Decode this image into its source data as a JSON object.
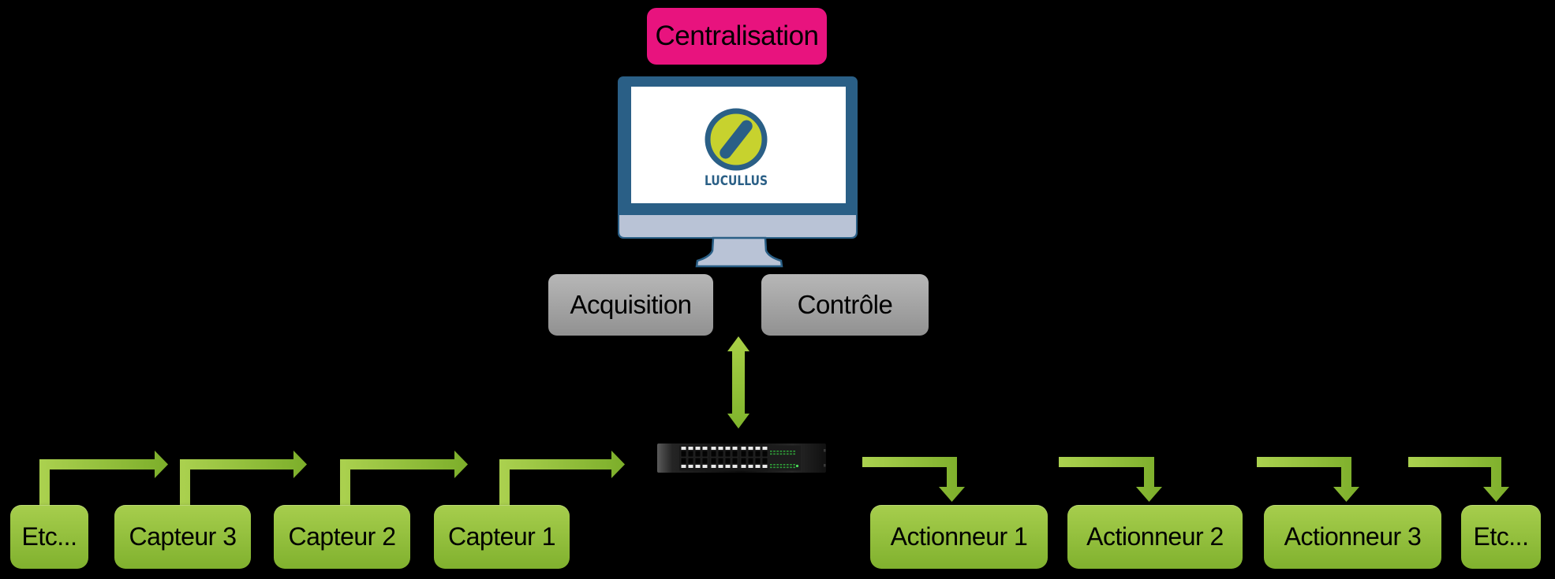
{
  "central": {
    "label": "Centralisation"
  },
  "monitor": {
    "logo_text": "LUCULLUS"
  },
  "functions": {
    "acquisition": "Acquisition",
    "controle": "Contrôle"
  },
  "sensors": [
    {
      "label": "Etc..."
    },
    {
      "label": "Capteur 3"
    },
    {
      "label": "Capteur 2"
    },
    {
      "label": "Capteur 1"
    }
  ],
  "actuators": [
    {
      "label": "Actionneur 1"
    },
    {
      "label": "Actionneur 2"
    },
    {
      "label": "Actionneur 3"
    },
    {
      "label": "Etc..."
    }
  ],
  "icons": {
    "monitor": "monitor-icon",
    "switch": "network-switch-icon",
    "link": "double-arrow-icon"
  },
  "colors": {
    "background": "#000000",
    "accent_green": "#8dc63f",
    "accent_pink": "#e8137e",
    "monitor_blue": "#2a5f86",
    "logo_yellow": "#c7d22e",
    "box_gray": "#a8a8a8",
    "text": "#000000"
  }
}
